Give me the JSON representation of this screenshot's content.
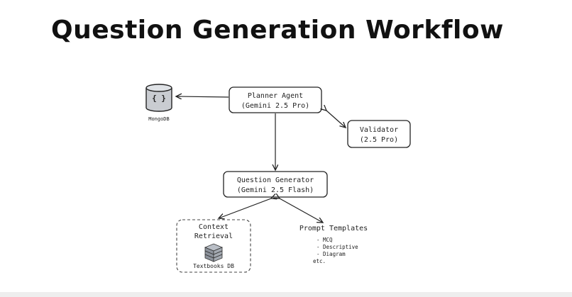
{
  "title": "Question Generation Workflow",
  "nodes": {
    "mongodb": {
      "label": "MongoDB",
      "icon": "{ }"
    },
    "planner": {
      "line1": "Planner Agent",
      "line2": "(Gemini 2.5 Pro)"
    },
    "validator": {
      "line1": "Validator",
      "line2": "(2.5 Pro)"
    },
    "generator": {
      "line1": "Question Generator",
      "line2": "(Gemini 2.5 Flash)"
    },
    "context": {
      "line1": "Context",
      "line2": "Retrieval",
      "db_label": "Textbooks DB"
    },
    "templates": {
      "label": "Prompt Templates",
      "items": [
        "- MCQ",
        "- Descriptive",
        "- Diagram",
        "etc."
      ]
    }
  },
  "colors": {
    "stroke": "#222222",
    "db_fill": "#c9ccd1",
    "stack_fill": "#9aa0a8"
  }
}
